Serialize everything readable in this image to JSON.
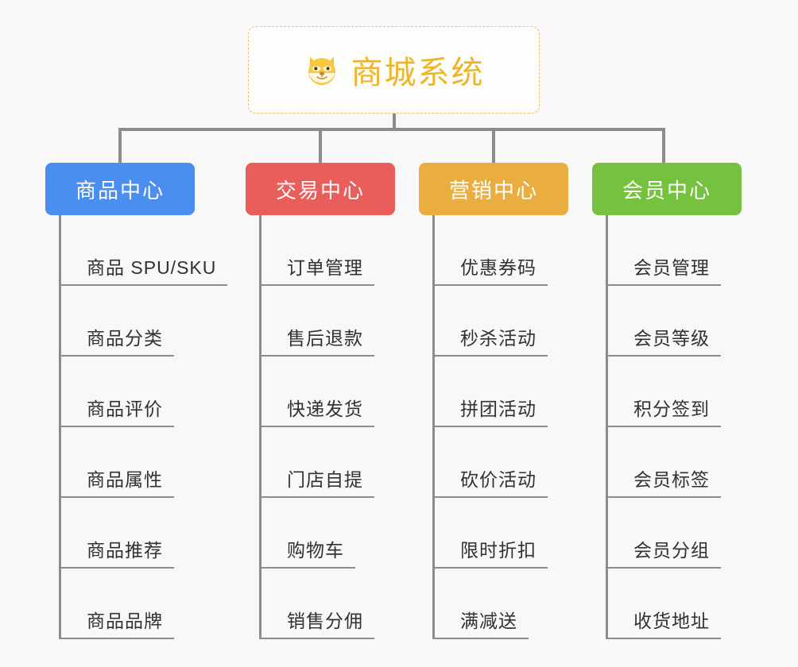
{
  "canvas": {
    "background": "#f8f8f8",
    "line_color": "#8c8c8c"
  },
  "root": {
    "title": "商城系统",
    "icon": "dog-face-emoji",
    "border_color": "#eabf72",
    "text_color": "#f0b429"
  },
  "columns": [
    {
      "id": "product-center",
      "label": "商品中心",
      "color": "#4a8ef0",
      "items": [
        "商品 SPU/SKU",
        "商品分类",
        "商品评价",
        "商品属性",
        "商品推荐",
        "商品品牌"
      ]
    },
    {
      "id": "trade-center",
      "label": "交易中心",
      "color": "#e95d5a",
      "items": [
        "订单管理",
        "售后退款",
        "快递发货",
        "门店自提",
        "购物车",
        "销售分佣"
      ]
    },
    {
      "id": "marketing-center",
      "label": "营销中心",
      "color": "#eaad40",
      "items": [
        "优惠券码",
        "秒杀活动",
        "拼团活动",
        "砍价活动",
        "限时折扣",
        "满减送"
      ]
    },
    {
      "id": "member-center",
      "label": "会员中心",
      "color": "#74c23d",
      "items": [
        "会员管理",
        "会员等级",
        "积分签到",
        "会员标签",
        "会员分组",
        "收货地址"
      ]
    }
  ]
}
